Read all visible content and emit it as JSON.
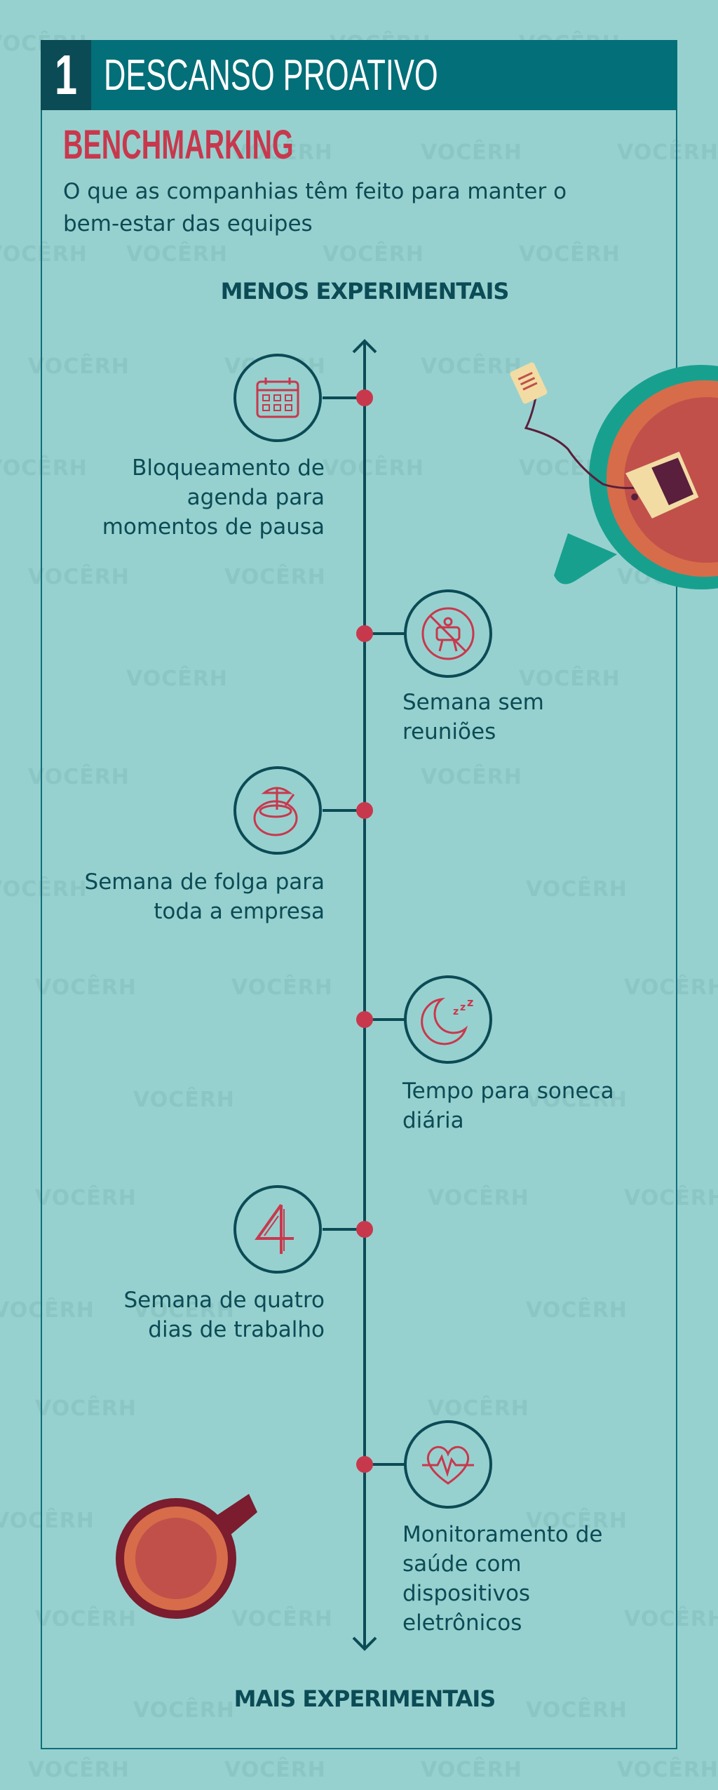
{
  "watermark": "VOCÊRH",
  "header": {
    "number": "1",
    "title": "DESCANSO PROATIVO"
  },
  "section": {
    "label": "BENCHMARKING",
    "subtitle": "O que as companhias têm feito para manter o bem-estar das equipes"
  },
  "timeline": {
    "top_label": "MENOS EXPERIMENTAIS",
    "bottom_label": "MAIS EXPERIMENTAIS",
    "items": [
      {
        "label": "Bloqueamento de agenda para momentos de pausa",
        "icon": "calendar-icon",
        "side": "left"
      },
      {
        "label": "Semana sem reuniões",
        "icon": "no-meetings-icon",
        "side": "right"
      },
      {
        "label": "Semana de folga para toda a empresa",
        "icon": "coconut-drink-icon",
        "side": "left"
      },
      {
        "label": "Tempo para soneca diária",
        "icon": "moon-sleep-icon",
        "side": "right"
      },
      {
        "label": "Semana de quatro dias de trabalho",
        "icon": "number-four-icon",
        "side": "left"
      },
      {
        "label": "Monitoramento de saúde com dispositivos eletrônicos",
        "icon": "heartbeat-icon",
        "side": "right"
      }
    ]
  },
  "colors": {
    "background": "#97d1cf",
    "header": "#036f78",
    "header_number_box": "#0b4b56",
    "accent_red": "#c8384d",
    "dark_teal": "#0b4b56"
  }
}
